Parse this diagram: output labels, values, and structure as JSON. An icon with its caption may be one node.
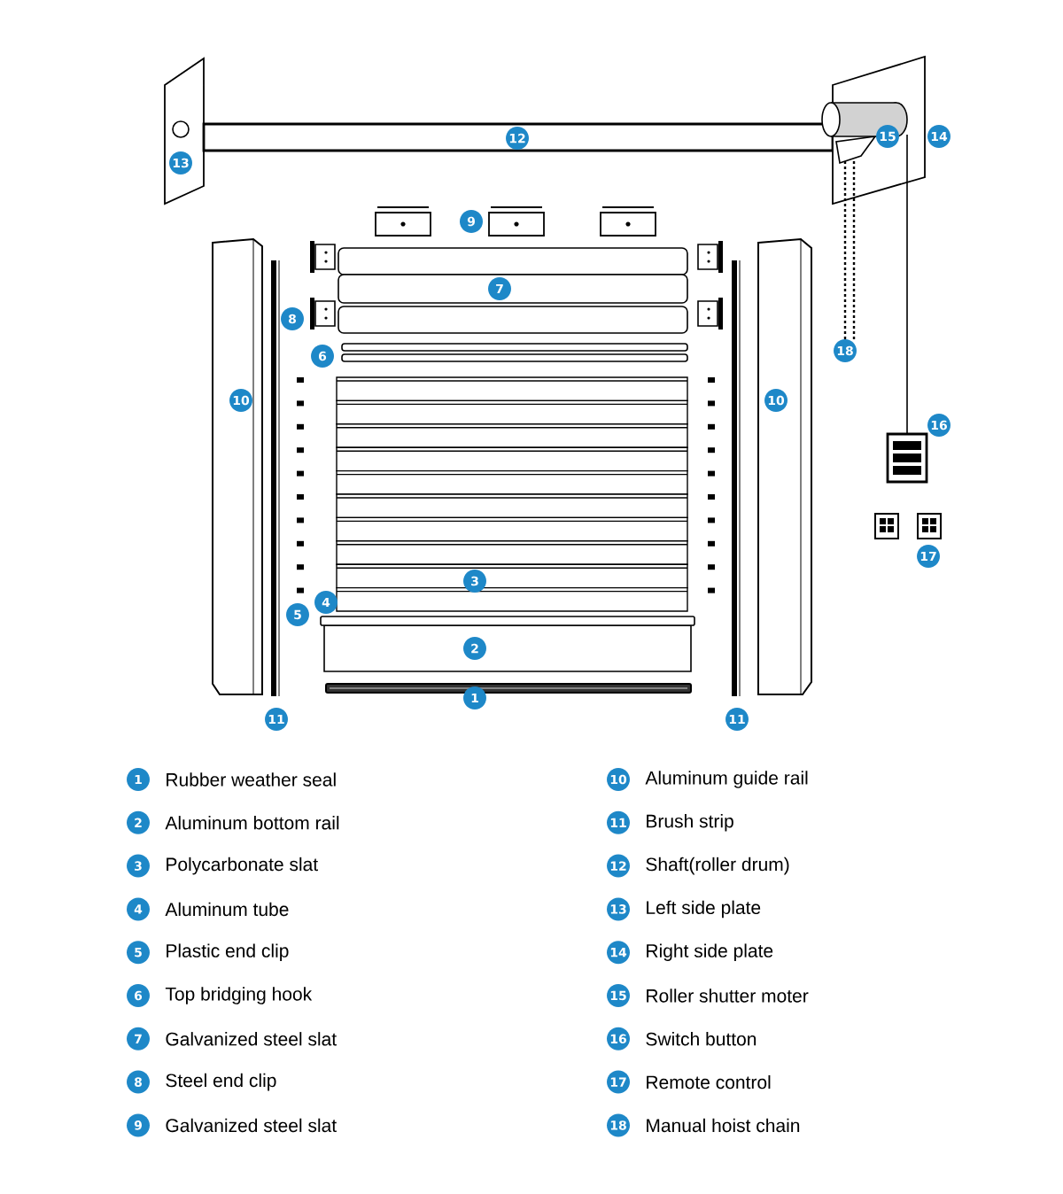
{
  "diagram": {
    "labels": [
      "12",
      "15",
      "14",
      "13",
      "9",
      "7",
      "8",
      "18",
      "6",
      "10",
      "10",
      "16",
      "17",
      "3",
      "4",
      "5",
      "2",
      "1",
      "11",
      "11",
      "1",
      "Rubber weather seal",
      "10",
      "Aluminum guide rail",
      "2",
      "Aluminum bottom rail",
      "11",
      "Brush strip",
      "3",
      "Polycarbonate slat",
      "12",
      "Shaft(roller drum)",
      "4",
      "Aluminum tube",
      "13",
      "Left side plate",
      "5",
      "Plastic end clip",
      "14",
      "Right side plate",
      "6",
      "Top bridging hook",
      "15",
      "Roller shutter moter",
      "7",
      "Galvanized steel slat",
      "16",
      "Switch button",
      "8",
      "Steel end clip",
      "17",
      "Remote control",
      "9",
      "Galvanized steel slat",
      "18",
      "Manual hoist chain"
    ]
  }
}
